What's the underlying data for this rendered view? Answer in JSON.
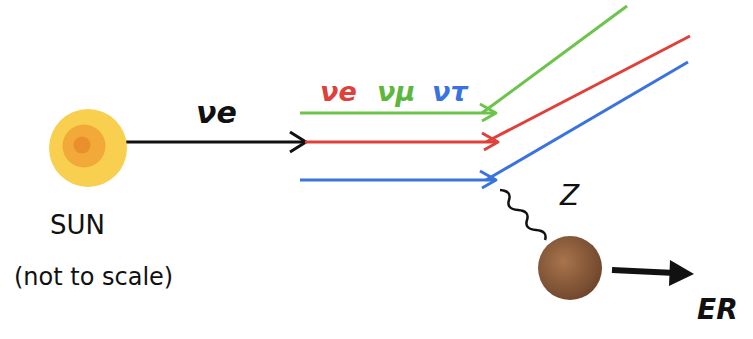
{
  "diagram": {
    "nodes": [
      {
        "text": [
          "SUN",
          "(not to scale)"
        ]
      }
    ],
    "labels": [
      "νe",
      "νe",
      "νμ",
      "ντ",
      "Z",
      "ER"
    ]
  }
}
